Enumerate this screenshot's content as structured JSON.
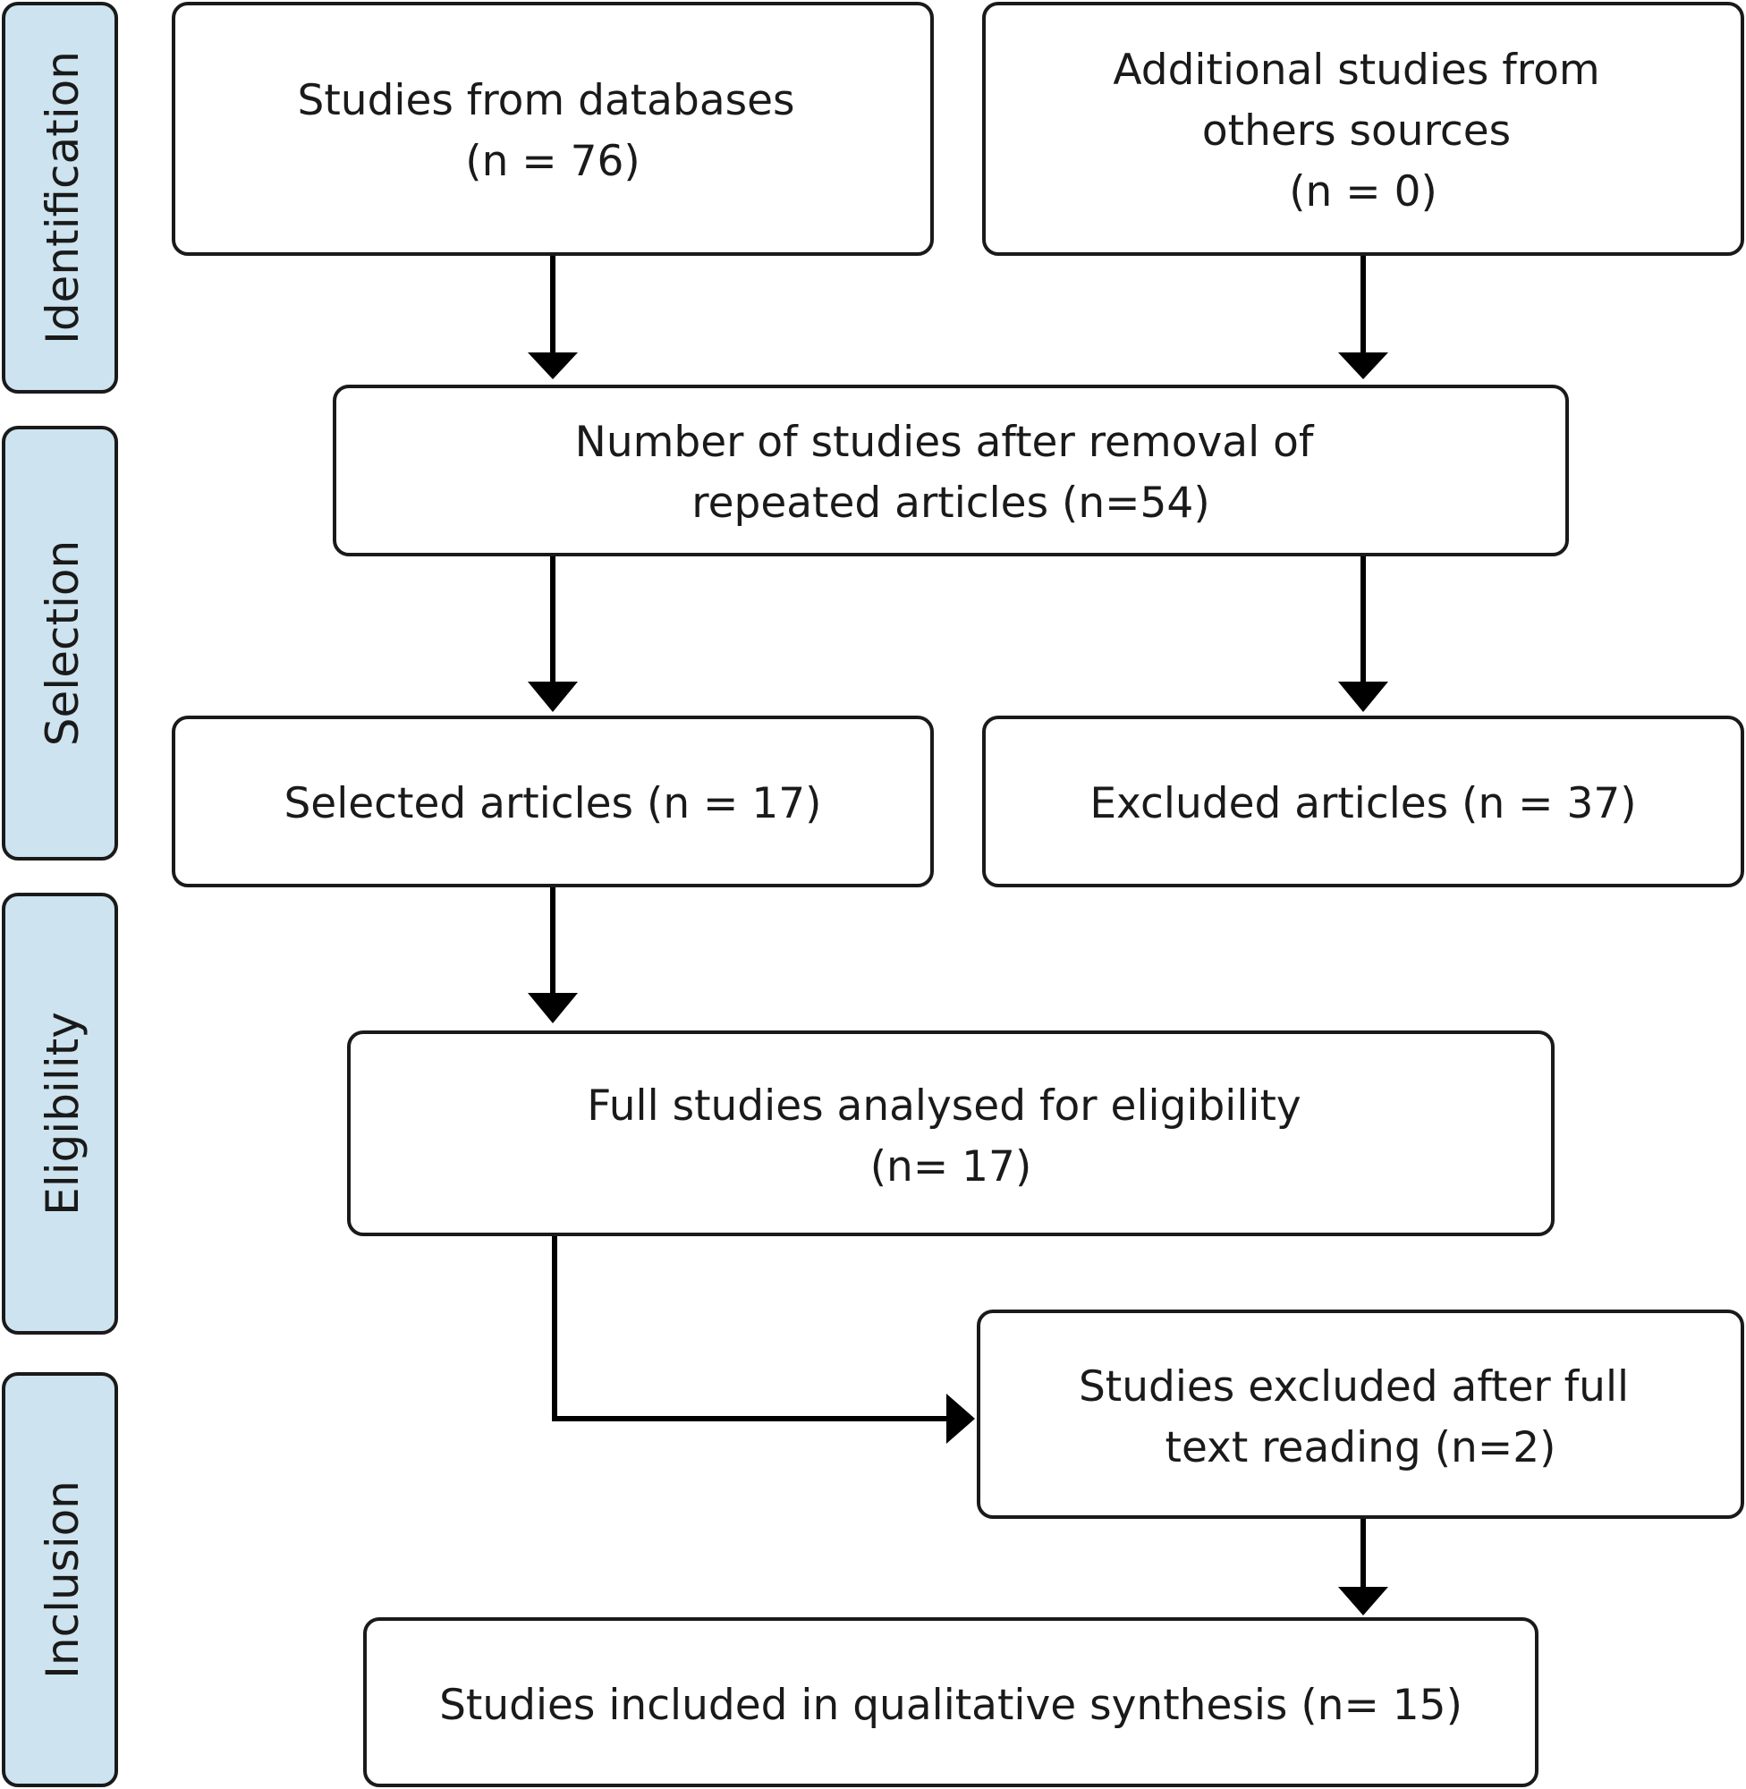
{
  "stages": [
    {
      "id": "identification",
      "label": "Identification"
    },
    {
      "id": "selection",
      "label": "Selection"
    },
    {
      "id": "eligibility",
      "label": "Eligibility"
    },
    {
      "id": "inclusion",
      "label": "Inclusion"
    }
  ],
  "boxes": [
    {
      "id": "databases",
      "lines": [
        "Studies from databases",
        "(n = 76)"
      ]
    },
    {
      "id": "other-sources",
      "lines": [
        "Additional studies from",
        "others sources",
        "(n = 0)"
      ]
    },
    {
      "id": "after-removal",
      "lines": [
        "Number of studies after removal of",
        "repeated articles (n=54)"
      ]
    },
    {
      "id": "selected",
      "lines": [
        "Selected articles (n = 17)"
      ]
    },
    {
      "id": "excluded",
      "lines": [
        "Excluded articles (n = 37)"
      ]
    },
    {
      "id": "full-studies",
      "lines": [
        "Full studies analysed for eligibility",
        "(n= 17)"
      ]
    },
    {
      "id": "excluded-full-text",
      "lines": [
        "Studies excluded after full",
        "text reading (n=2)"
      ]
    },
    {
      "id": "included",
      "lines": [
        "Studies included in qualitative synthesis (n= 15)"
      ]
    }
  ],
  "connections": [
    {
      "from": "databases",
      "to": "after-removal"
    },
    {
      "from": "other-sources",
      "to": "after-removal"
    },
    {
      "from": "after-removal",
      "to": "selected"
    },
    {
      "from": "after-removal",
      "to": "excluded"
    },
    {
      "from": "selected",
      "to": "full-studies"
    },
    {
      "from": "full-studies",
      "to": "excluded-full-text"
    },
    {
      "from": "excluded-full-text",
      "to": "included"
    }
  ]
}
